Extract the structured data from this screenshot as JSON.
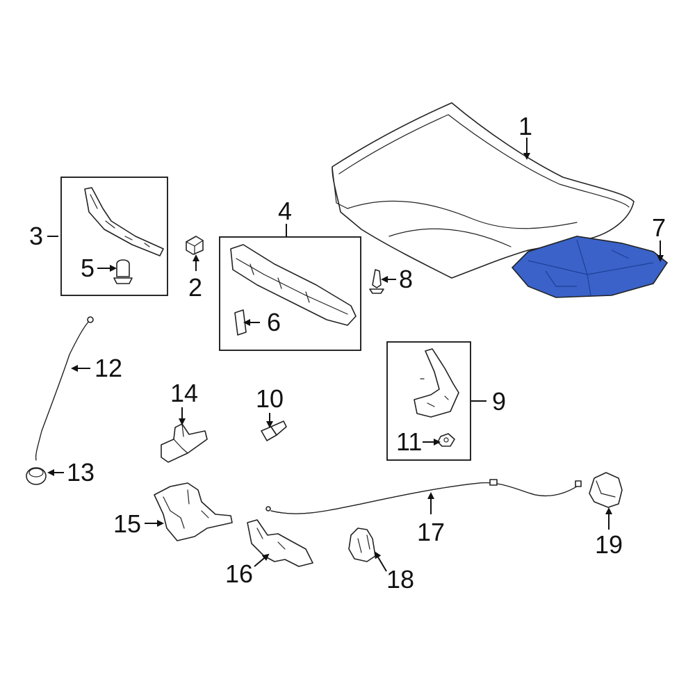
{
  "colors": {
    "highlight": "#3a62c8",
    "highlight_stroke": "#1f3f99",
    "line": "#222222",
    "background": "#ffffff"
  },
  "highlighted_part": "7",
  "callouts": {
    "c1": "1",
    "c2": "2",
    "c3": "3",
    "c4": "4",
    "c5": "5",
    "c6": "6",
    "c7": "7",
    "c8": "8",
    "c9": "9",
    "c10": "10",
    "c11": "11",
    "c12": "12",
    "c13": "13",
    "c14": "14",
    "c15": "15",
    "c16": "16",
    "c17": "17",
    "c18": "18",
    "c19": "19"
  }
}
